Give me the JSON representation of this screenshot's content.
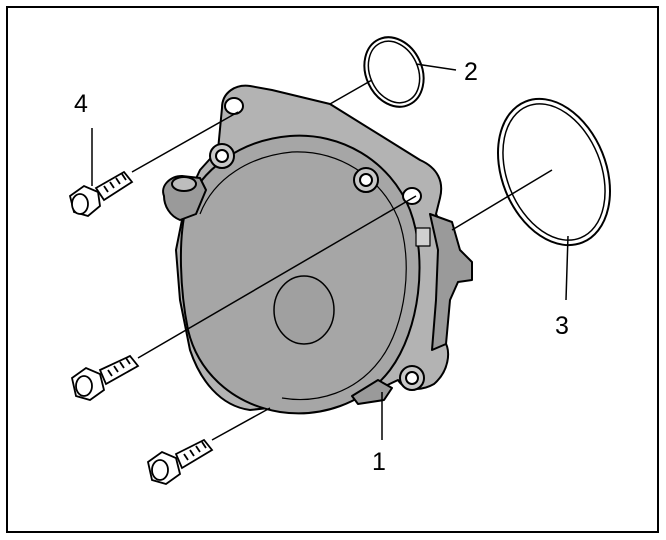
{
  "callouts": [
    {
      "id": "1",
      "text": "1"
    },
    {
      "id": "2",
      "text": "2"
    },
    {
      "id": "3",
      "text": "3"
    },
    {
      "id": "4",
      "text": "4"
    }
  ],
  "colors": {
    "housing_fill": "#a6a6a6",
    "housing_shadow": "#8c8c8c",
    "flange_fill": "#b3b3b3",
    "line": "#000000",
    "background": "#ffffff"
  }
}
